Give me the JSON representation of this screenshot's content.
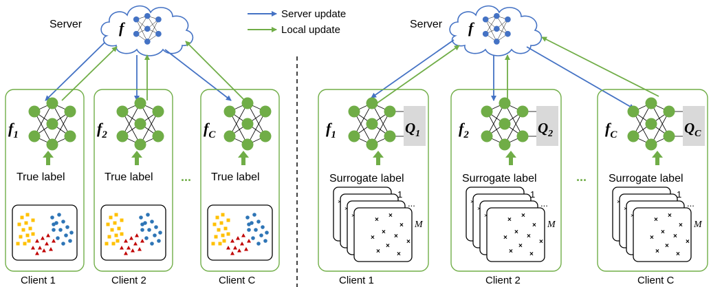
{
  "legend": {
    "server_update": "Server update",
    "local_update": "Local update"
  },
  "colors": {
    "server_arrow": "#4472C4",
    "local_arrow": "#70AD47",
    "node_green": "#70AD47",
    "node_blue": "#4472C4",
    "client_border": "#70AD47",
    "q_box": "#D9D9D9",
    "square_marker": "#FFC000",
    "circle_marker": "#2E75B6",
    "triangle_marker": "#C00000"
  },
  "left": {
    "server": {
      "label": "Server",
      "model": "f"
    },
    "clients": [
      {
        "model": "f",
        "sub": "1",
        "data_label": "True label",
        "name": "Client 1"
      },
      {
        "model": "f",
        "sub": "2",
        "data_label": "True label",
        "name": "Client 2"
      },
      {
        "model": "f",
        "sub": "C",
        "data_label": "True label",
        "name": "Client C"
      }
    ],
    "ellipsis": "..."
  },
  "right": {
    "server": {
      "label": "Server",
      "model": "f"
    },
    "clients": [
      {
        "model": "f",
        "sub": "1",
        "q": "Q",
        "q_sub": "1",
        "data_label": "Surrogate label",
        "stack_top": "1",
        "stack_dots": "...",
        "stack_count": "M",
        "name": "Client 1"
      },
      {
        "model": "f",
        "sub": "2",
        "q": "Q",
        "q_sub": "2",
        "data_label": "Surrogate label",
        "stack_top": "1",
        "stack_dots": "...",
        "stack_count": "M",
        "name": "Client 2"
      },
      {
        "model": "f",
        "sub": "C",
        "q": "Q",
        "q_sub": "C",
        "data_label": "Surrogate label",
        "stack_top": "1",
        "stack_dots": "...",
        "stack_count": "M",
        "name": "Client C"
      }
    ],
    "ellipsis": "..."
  }
}
